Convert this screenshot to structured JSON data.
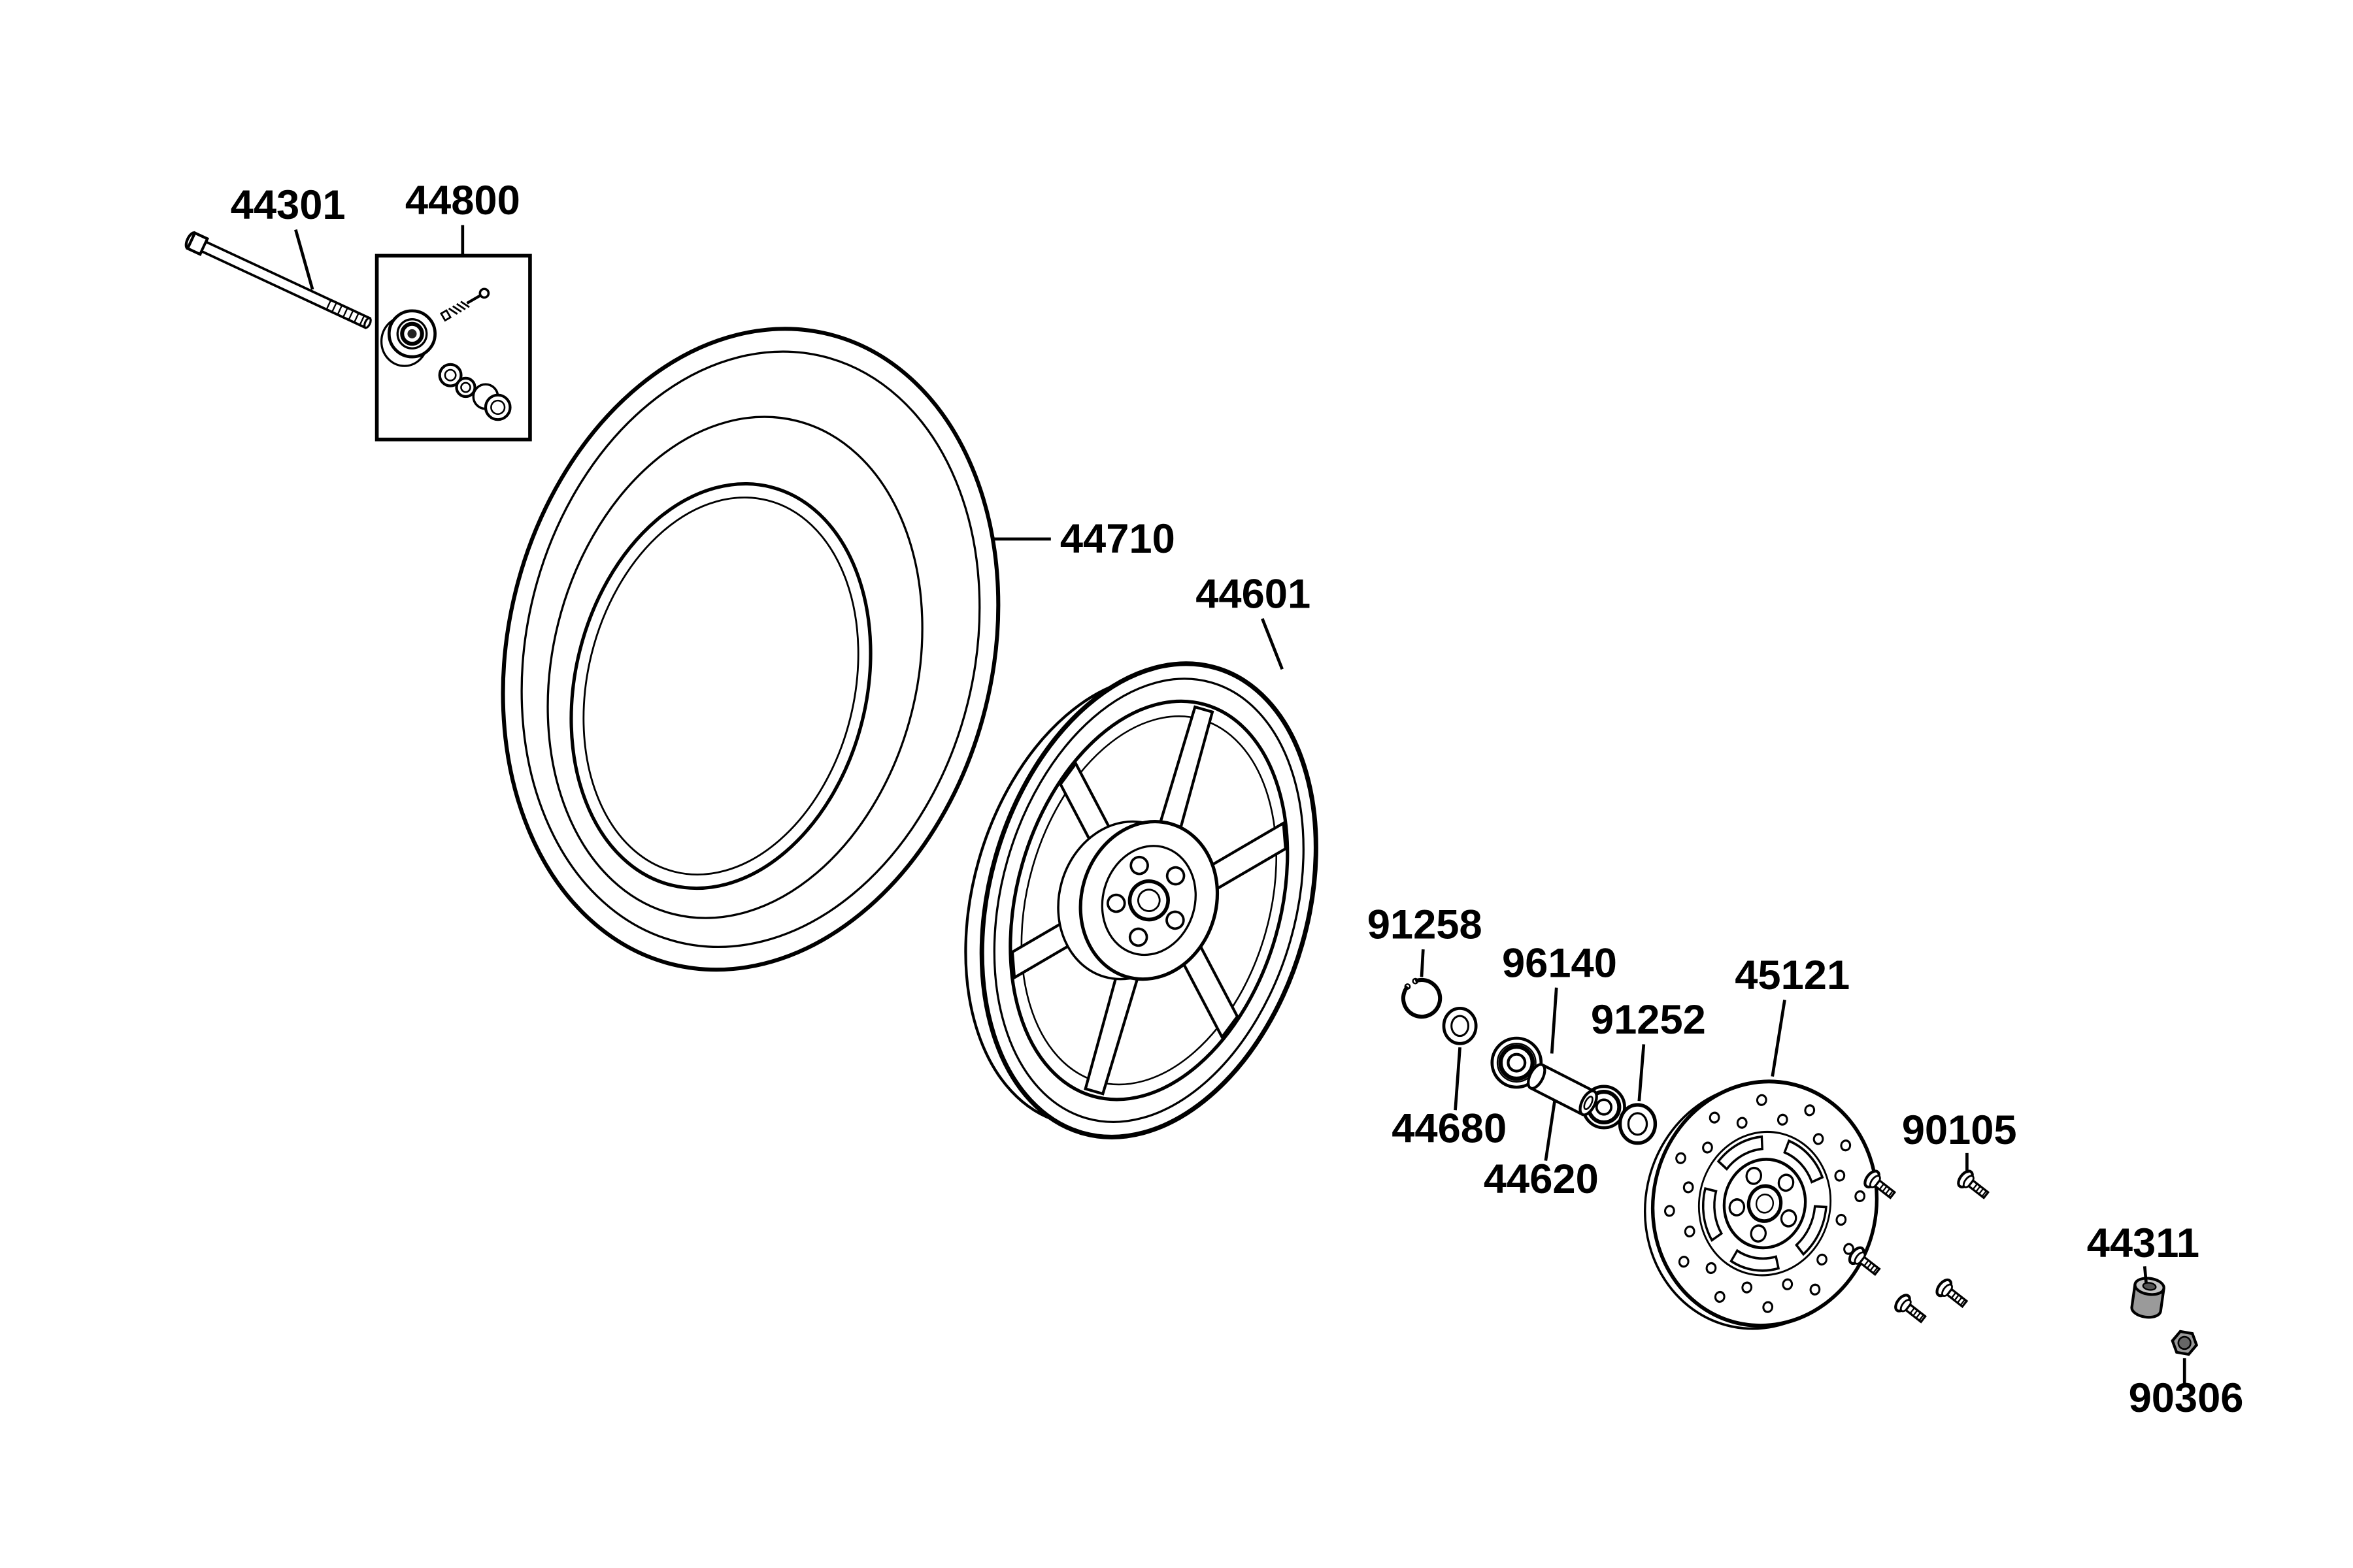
{
  "diagram": {
    "background": "#ffffff",
    "line_color": "#000000",
    "shade_color": "#9a9a9a",
    "parts": {
      "axle_bolt": {
        "label": "44301"
      },
      "hub_kit_box": {
        "label": "44800"
      },
      "tire": {
        "label": "44710"
      },
      "wheel": {
        "label": "44601"
      },
      "snap_ring": {
        "label": "91258"
      },
      "bearing": {
        "label": "96140"
      },
      "seal": {
        "label": "91252"
      },
      "washer": {
        "label": "44680"
      },
      "spacer": {
        "label": "44620"
      },
      "brake_disc": {
        "label": "45121"
      },
      "disc_bolt": {
        "label": "90105"
      },
      "collar": {
        "label": "44311"
      },
      "axle_nut": {
        "label": "90306"
      }
    }
  }
}
